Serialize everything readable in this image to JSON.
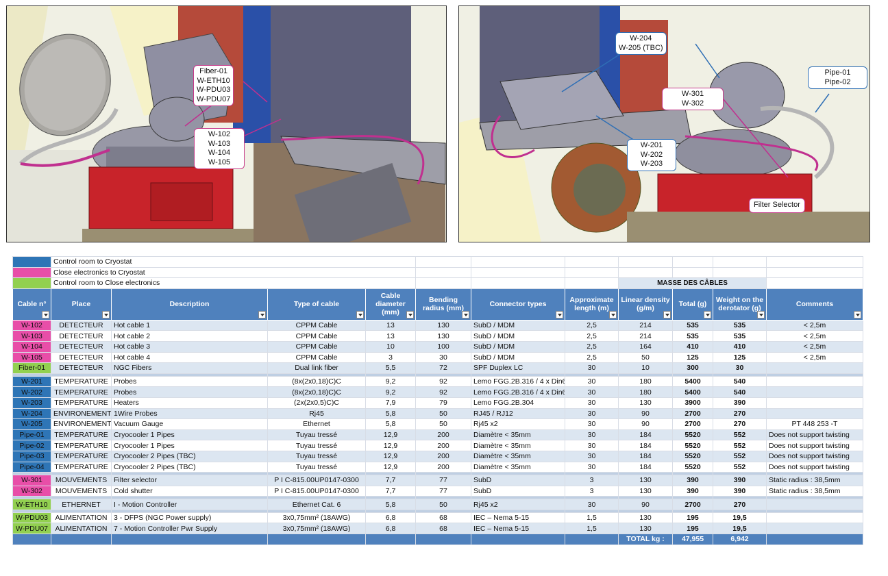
{
  "images": {
    "left_callouts": [
      {
        "lines": [
          "Fiber-01",
          "W-ETH10",
          "W-PDU03",
          "W-PDU07"
        ]
      },
      {
        "lines": [
          "W-102",
          "W-103",
          "W-104",
          "W-105"
        ]
      }
    ],
    "right_callouts": [
      {
        "lines": [
          "W-204",
          "W-205 (TBC)"
        ]
      },
      {
        "lines": [
          "Pipe-01",
          "Pipe-02"
        ]
      },
      {
        "lines": [
          "W-301",
          "W-302"
        ]
      },
      {
        "lines": [
          "W-201",
          "W-202",
          "W-203"
        ]
      },
      {
        "lines": [
          "Filter Selector"
        ]
      }
    ]
  },
  "legend": [
    {
      "color": "#2e75b6",
      "label": "Control room to Cryostat"
    },
    {
      "color": "#e84ea8",
      "label": "Close electronics to Cryostat"
    },
    {
      "color": "#92d050",
      "label": "Control room to Close electronics"
    }
  ],
  "masse_label": "MASSE DES CÂBLES",
  "headers": [
    "Cable n°",
    "Place",
    "Description",
    "Type of cable",
    "Cable diameter (mm)",
    "Bending radius (mm)",
    "Connector types",
    "Approximate length (m)",
    "Linear density (g/m)",
    "Total (g)",
    "Weight on the derotator (g)",
    "Comments"
  ],
  "groups": [
    [
      {
        "id": "W-102",
        "color": "pink",
        "place": "DETECTEUR",
        "desc": "Hot cable 1",
        "type": "CPPM Cable",
        "diam": "13",
        "bend": "130",
        "conn": "SubD / MDM",
        "len": "2,5",
        "dens": "214",
        "total": "535",
        "weight": "535",
        "comment": "< 2,5m"
      },
      {
        "id": "W-103",
        "color": "pink",
        "place": "DETECTEUR",
        "desc": "Hot cable 2",
        "type": "CPPM Cable",
        "diam": "13",
        "bend": "130",
        "conn": "SubD / MDM",
        "len": "2,5",
        "dens": "214",
        "total": "535",
        "weight": "535",
        "comment": "< 2,5m"
      },
      {
        "id": "W-104",
        "color": "pink",
        "place": "DETECTEUR",
        "desc": "Hot cable 3",
        "type": "CPPM Cable",
        "diam": "10",
        "bend": "100",
        "conn": "SubD / MDM",
        "len": "2,5",
        "dens": "164",
        "total": "410",
        "weight": "410",
        "comment": "< 2,5m"
      },
      {
        "id": "W-105",
        "color": "pink",
        "place": "DETECTEUR",
        "desc": "Hot cable 4",
        "type": "CPPM Cable",
        "diam": "3",
        "bend": "30",
        "conn": "SubD / MDM",
        "len": "2,5",
        "dens": "50",
        "total": "125",
        "weight": "125",
        "comment": "< 2,5m"
      },
      {
        "id": "Fiber-01",
        "color": "green",
        "place": "DETECTEUR",
        "desc": "NGC Fibers",
        "type": "Dual link fiber",
        "diam": "5,5",
        "bend": "72",
        "conn": "SPF Duplex LC",
        "len": "30",
        "dens": "10",
        "total": "300",
        "weight": "30",
        "comment": ""
      }
    ],
    [
      {
        "id": "W-201",
        "color": "blue",
        "place": "TEMPERATURE",
        "desc": "Probes",
        "type": "(8x(2x0,18)C)C",
        "diam": "9,2",
        "bend": "92",
        "conn": "Lemo FGG.2B.316 / 4 x Din6",
        "len": "30",
        "dens": "180",
        "total": "5400",
        "weight": "540",
        "comment": ""
      },
      {
        "id": "W-202",
        "color": "blue",
        "place": "TEMPERATURE",
        "desc": "Probes",
        "type": "(8x(2x0,18)C)C",
        "diam": "9,2",
        "bend": "92",
        "conn": "Lemo FGG.2B.316 / 4 x Din6",
        "len": "30",
        "dens": "180",
        "total": "5400",
        "weight": "540",
        "comment": ""
      },
      {
        "id": "W-203",
        "color": "blue",
        "place": "TEMPERATURE",
        "desc": "Heaters",
        "type": "(2x(2x0,5)C)C",
        "diam": "7,9",
        "bend": "79",
        "conn": "Lemo FGG.2B.304",
        "len": "30",
        "dens": "130",
        "total": "3900",
        "weight": "390",
        "comment": ""
      },
      {
        "id": "W-204",
        "color": "blue",
        "place": "ENVIRONEMENT",
        "desc": "1Wire Probes",
        "type": "Rj45",
        "diam": "5,8",
        "bend": "50",
        "conn": "RJ45 / RJ12",
        "len": "30",
        "dens": "90",
        "total": "2700",
        "weight": "270",
        "comment": ""
      },
      {
        "id": "W-205",
        "color": "blue",
        "place": "ENVIRONEMENT",
        "desc": "Vacuum Gauge",
        "type": "Ethernet",
        "diam": "5,8",
        "bend": "50",
        "conn": "Rj45 x2",
        "len": "30",
        "dens": "90",
        "total": "2700",
        "weight": "270",
        "comment": "PT 448 253 -T"
      },
      {
        "id": "Pipe-01",
        "color": "blue",
        "place": "TEMPERATURE",
        "desc": "Cryocooler 1 Pipes",
        "type": "Tuyau tressé",
        "diam": "12,9",
        "bend": "200",
        "conn": "Diamètre < 35mm",
        "len": "30",
        "dens": "184",
        "total": "5520",
        "weight": "552",
        "comment": "Does not support twisting"
      },
      {
        "id": "Pipe-02",
        "color": "blue",
        "place": "TEMPERATURE",
        "desc": "Cryocooler 1 Pipes",
        "type": "Tuyau tressé",
        "diam": "12,9",
        "bend": "200",
        "conn": "Diamètre < 35mm",
        "len": "30",
        "dens": "184",
        "total": "5520",
        "weight": "552",
        "comment": "Does not support twisting"
      },
      {
        "id": "Pipe-03",
        "color": "blue",
        "place": "TEMPERATURE",
        "desc": "Cryocooler 2 Pipes (TBC)",
        "type": "Tuyau tressé",
        "diam": "12,9",
        "bend": "200",
        "conn": "Diamètre < 35mm",
        "len": "30",
        "dens": "184",
        "total": "5520",
        "weight": "552",
        "comment": "Does not support twisting"
      },
      {
        "id": "Pipe-04",
        "color": "blue",
        "place": "TEMPERATURE",
        "desc": "Cryocooler 2 Pipes (TBC)",
        "type": "Tuyau tressé",
        "diam": "12,9",
        "bend": "200",
        "conn": "Diamètre < 35mm",
        "len": "30",
        "dens": "184",
        "total": "5520",
        "weight": "552",
        "comment": "Does not support twisting"
      }
    ],
    [
      {
        "id": "W-301",
        "color": "pink",
        "place": "MOUVEMENTS",
        "desc": "Filter selector",
        "type": "P I C-815.00UP0147-0300",
        "diam": "7,7",
        "bend": "77",
        "conn": "SubD",
        "len": "3",
        "dens": "130",
        "total": "390",
        "weight": "390",
        "comment": "Static radius : 38,5mm"
      },
      {
        "id": "W-302",
        "color": "pink",
        "place": "MOUVEMENTS",
        "desc": "Cold shutter",
        "type": "P I C-815.00UP0147-0300",
        "diam": "7,7",
        "bend": "77",
        "conn": "SubD",
        "len": "3",
        "dens": "130",
        "total": "390",
        "weight": "390",
        "comment": "Static radius : 38,5mm"
      }
    ],
    [
      {
        "id": "W-ETH10",
        "color": "green",
        "place": "ETHERNET",
        "desc": "I - Motion Controller",
        "type": "Ethernet Cat. 6",
        "diam": "5,8",
        "bend": "50",
        "conn": "Rj45 x2",
        "len": "30",
        "dens": "90",
        "total": "2700",
        "weight": "270",
        "comment": ""
      }
    ],
    [
      {
        "id": "W-PDU03",
        "color": "green",
        "place": "ALIMENTATION",
        "desc": "3 - DFPS (NGC Power supply)",
        "type": "3x0,75mm² (18AWG)",
        "diam": "6,8",
        "bend": "68",
        "conn": "IEC – Nema 5-15",
        "len": "1,5",
        "dens": "130",
        "total": "195",
        "weight": "19,5",
        "comment": ""
      },
      {
        "id": "W-PDU07",
        "color": "green",
        "place": "ALIMENTATION",
        "desc": "7 - Motion Controller Pwr Supply",
        "type": "3x0,75mm² (18AWG)",
        "diam": "6,8",
        "bend": "68",
        "conn": "IEC – Nema 5-15",
        "len": "1,5",
        "dens": "130",
        "total": "195",
        "weight": "19,5",
        "comment": ""
      }
    ]
  ],
  "totals": {
    "label": "TOTAL kg :",
    "total": "47,955",
    "weight": "6,942"
  }
}
